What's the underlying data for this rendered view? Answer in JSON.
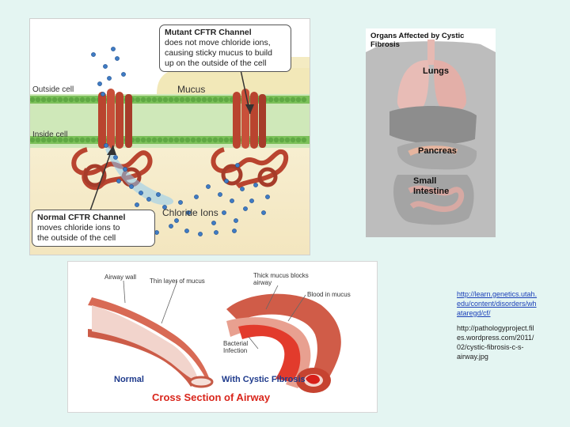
{
  "cftr_figure": {
    "mutant_callout": [
      "Mutant CFTR Channel",
      "does not move chloride ions,",
      "causing sticky mucus to build",
      "up on the outside of the cell"
    ],
    "normal_callout": [
      "Normal CFTR Channel",
      "moves chloride ions to",
      "the outside of the cell"
    ],
    "outside_cell": "Outside cell",
    "inside_cell": "Inside cell",
    "mucus": "Mucus",
    "chloride_ions": "Chloride Ions"
  },
  "organs_figure": {
    "title": "Organs Affected by Cystic Fibrosis",
    "lungs": "Lungs",
    "pancreas": "Pancreas",
    "small_intestine": [
      "Small",
      "Intestine"
    ]
  },
  "airway_figure": {
    "airway_wall": "Airway wall",
    "thin_layer": "Thin layer of mucus",
    "thick_mucus": [
      "Thick mucus blocks",
      "airway"
    ],
    "blood_in_mucus": "Blood in mucus",
    "bacterial_infection": [
      "Bacterial",
      "Infection"
    ],
    "normal": "Normal",
    "with_cf": "With Cystic Fibrosis",
    "caption": "Cross Section of Airway"
  },
  "references": {
    "link": [
      "http://learn.genetics.utah.",
      "edu/content/disorders/wh",
      "ataregd/cf/"
    ],
    "source": [
      "http://pathologyproject.fil",
      "es.wordpress.com/2011/",
      "02/cystic-fibrosis-c-s-",
      "airway.jpg"
    ]
  },
  "colors": {
    "background": "#e4f5f2",
    "membrane": "#6ab34a",
    "channel": "#b9442f",
    "ion": "#3f7bc4",
    "caption_red": "#d9261c",
    "label_blue": "#1f3b8c"
  }
}
